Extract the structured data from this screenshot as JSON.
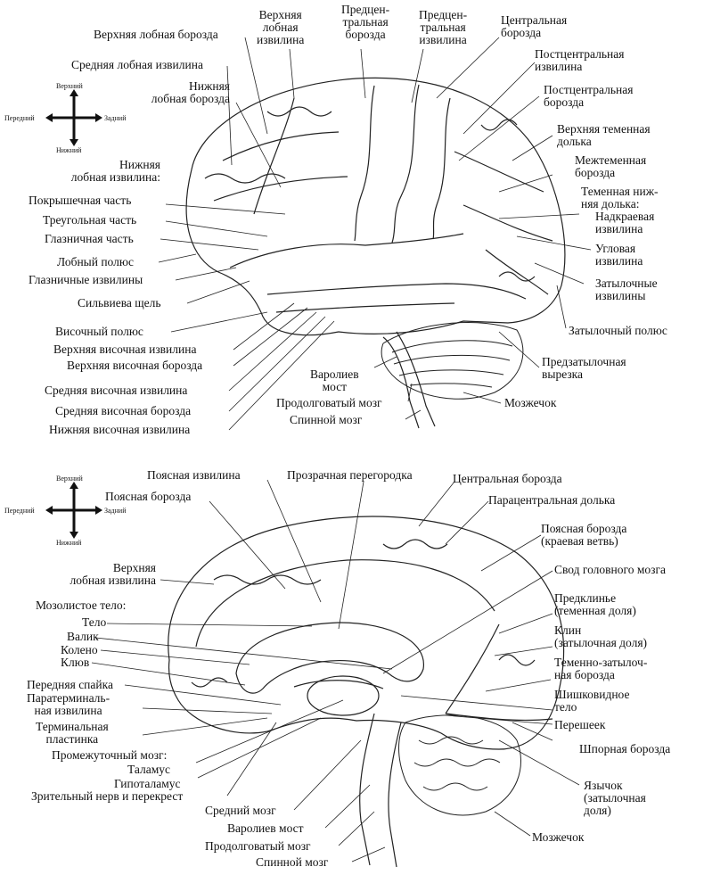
{
  "lateral": {
    "orientation": {
      "up": "Верхний",
      "front": "Передний",
      "back": "Задний",
      "down": "Нижний"
    },
    "labels": {
      "sup_frontal_sulcus": "Верхняя лобная борозда",
      "sup_frontal_gyrus": "Верхняя\nлобная\nизвилина",
      "precentral_sulcus": "Предцен-\nтральная\nборозда",
      "precentral_gyrus": "Предцен-\nтральная\nизвилина",
      "central_sulcus": "Центральная\nборозда",
      "mid_frontal_gyrus": "Средняя лобная извилина",
      "inf_frontal_sulcus": "Нижняя\nлобная борозда",
      "postcentral_gyrus": "Постцентральная\nизвилина",
      "postcentral_sulcus": "Постцентральная\nборозда",
      "sup_parietal": "Верхняя теменная\nдолька",
      "interparietal": "Межтеменная\nборозда",
      "inf_parietal": "Теменная ниж-\nняя долька:",
      "supramarginal": "Надкраевая\nизвилина",
      "angular": "Угловая\nизвилина",
      "occipital_gyri": "Затылочные\nизвилины",
      "occipital_pole": "Затылочный полюс",
      "preoccipital": "Предзатылочная\nвырезка",
      "cerebellum": "Мозжечок",
      "inf_frontal_gyrus": "Нижняя\nлобная извилина:",
      "opercular": "Покрышечная часть",
      "triangular": "Треугольная часть",
      "orbital_part": "Глазничная часть",
      "frontal_pole": "Лобный полюс",
      "orbital_gyri": "Глазничные извилины",
      "sylvian": "Сильвиева щель",
      "temporal_pole": "Височный полюс",
      "sup_temporal_gyrus": "Верхняя височная извилина",
      "sup_temporal_sulcus": "Верхняя височная борозда",
      "mid_temporal_gyrus": "Средняя височная извилина",
      "mid_temporal_sulcus": "Средняя височная борозда",
      "inf_temporal_gyrus": "Нижняя височная извилина",
      "pons": "Варолиев\nмост",
      "medulla": "Продолговатый мозг",
      "spinal": "Спинной мозг"
    }
  },
  "medial": {
    "orientation": {
      "up": "Верхний",
      "front": "Передний",
      "back": "Задний",
      "down": "Нижний"
    },
    "labels": {
      "cingulate_gyrus": "Поясная извилина",
      "septum": "Прозрачная перегородка",
      "central_sulcus": "Центральная борозда",
      "cingulate_sulcus": "Поясная борозда",
      "paracentral": "Парацентральная долька",
      "cingulate_marginal": "Поясная борозда\n(краевая ветвь)",
      "sup_frontal_gyrus": "Верхняя\nлобная извилина",
      "fornix": "Свод головного мозга",
      "corpus_callosum": "Мозолистое тело:",
      "body": "Тело",
      "splenium": "Валик",
      "genu": "Колено",
      "rostrum": "Клюв",
      "precuneus": "Предклинье\n(теменная доля)",
      "cuneus": "Клин\n(затылочная доля)",
      "parieto_occipital": "Теменно-затылоч-\nная борозда",
      "pineal": "Шишковидное\nтело",
      "isthmus": "Перешеек",
      "calcarine": "Шпорная борозда",
      "ant_commissure": "Передняя спайка",
      "paraterminal": "Паратерминаль-\nная извилина",
      "lamina_terminalis": "Терминальная\nпластинка",
      "diencephalon": "Промежуточный мозг:",
      "thalamus": "Таламус",
      "hypothalamus": "Гипоталамус",
      "optic": "Зрительный нерв и перекрест",
      "midbrain": "Средний мозг",
      "pons": "Варолиев мост",
      "medulla": "Продолговатый мозг",
      "spinal": "Спинной мозг",
      "lingual": "Язычок\n(затылочная\nдоля)",
      "cerebellum": "Мозжечок"
    }
  }
}
